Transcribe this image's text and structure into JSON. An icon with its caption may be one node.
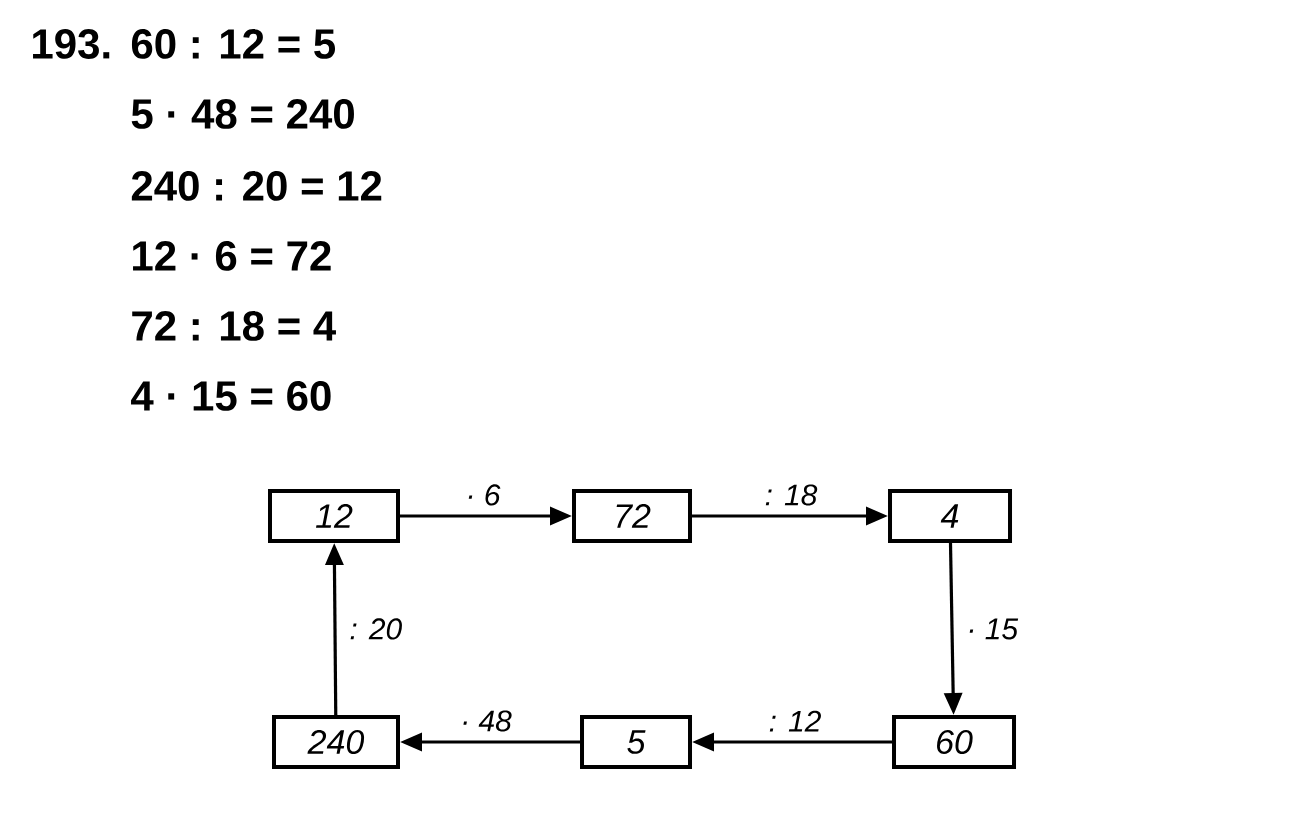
{
  "diagram": {
    "nodes": [
      {
        "text": [
          "12"
        ]
      },
      {
        "text": [
          "72"
        ]
      },
      {
        "text": [
          "4"
        ]
      },
      {
        "text": [
          "60"
        ]
      },
      {
        "text": [
          "5"
        ]
      },
      {
        "text": [
          "240"
        ]
      }
    ],
    "edges": [
      {
        "from": 0,
        "to": 1,
        "arrow": "to",
        "label": "· 6"
      },
      {
        "from": 1,
        "to": 2,
        "arrow": "to",
        "label": ": 18"
      },
      {
        "from": 2,
        "to": 3,
        "arrow": "to",
        "label": "· 15"
      },
      {
        "from": 3,
        "to": 4,
        "arrow": "to",
        "label": ": 12"
      },
      {
        "from": 4,
        "to": 5,
        "arrow": "to",
        "label": "· 48"
      },
      {
        "from": 5,
        "to": 0,
        "arrow": "to",
        "label": ": 20"
      }
    ],
    "labels": [
      "193.",
      "60 : 12 = 5",
      "5 · 48 = 240",
      "240 : 20 = 12",
      "12 · 6 = 72",
      "72 : 18 = 4",
      "4 · 15 = 60"
    ]
  }
}
